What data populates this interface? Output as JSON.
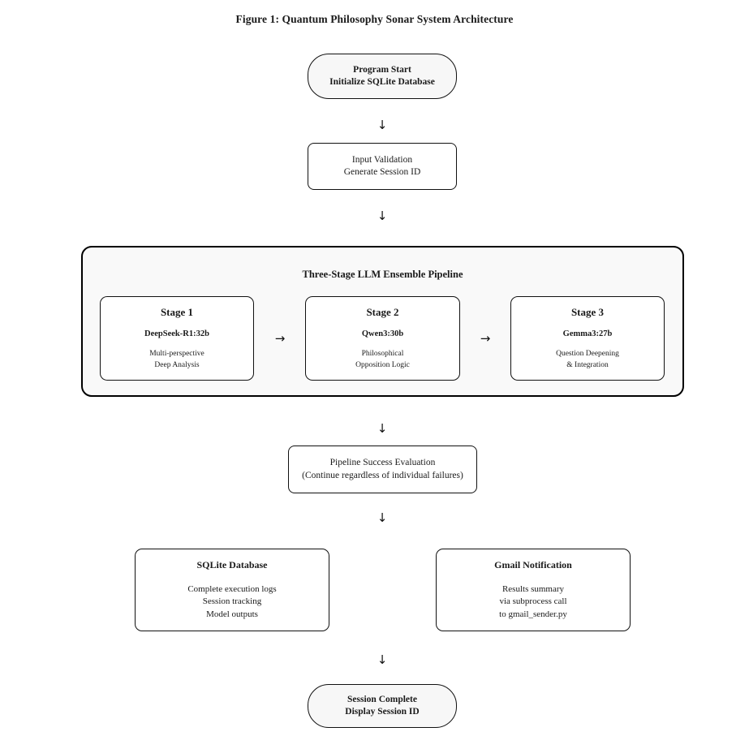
{
  "figure": {
    "title": "Figure 1: Quantum Philosophy Sonar System Architecture"
  },
  "nodes": {
    "start": {
      "line1": "Program Start",
      "line2": "Initialize SQLite Database"
    },
    "validation": {
      "line1": "Input Validation",
      "line2": "Generate Session ID"
    },
    "evaluation": {
      "line1": "Pipeline Success Evaluation",
      "line2": "(Continue regardless of individual failures)"
    },
    "sqlite": {
      "title": "SQLite Database",
      "line1": "Complete execution logs",
      "line2": "Session tracking",
      "line3": "Model outputs"
    },
    "gmail": {
      "title": "Gmail Notification",
      "line1": "Results summary",
      "line2": "via subprocess call",
      "line3": "to gmail_sender.py"
    },
    "complete": {
      "line1": "Session Complete",
      "line2": "Display Session ID"
    }
  },
  "pipeline": {
    "title": "Three-Stage LLM Ensemble Pipeline",
    "stages": [
      {
        "title": "Stage 1",
        "model": "DeepSeek-R1:32b",
        "desc_line1": "Multi-perspective",
        "desc_line2": "Deep Analysis"
      },
      {
        "title": "Stage 2",
        "model": "Qwen3:30b",
        "desc_line1": "Philosophical",
        "desc_line2": "Opposition Logic"
      },
      {
        "title": "Stage 3",
        "model": "Gemma3:27b",
        "desc_line1": "Question Deepening",
        "desc_line2": "& Integration"
      }
    ],
    "stage_connector": "→"
  },
  "connectors": {
    "down": "↓"
  },
  "colors": {
    "stroke": "#111111",
    "container_stroke": "#000000",
    "terminal_fill": "#f7f7f7",
    "container_fill": "#f9f9f9",
    "text": "#1a1a1a",
    "background": "#ffffff"
  }
}
